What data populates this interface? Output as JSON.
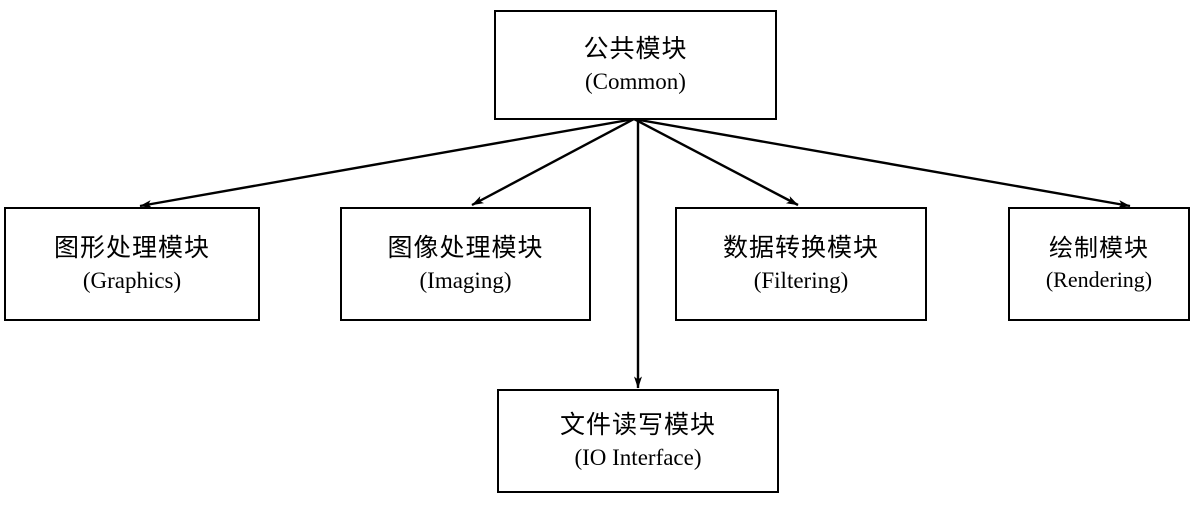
{
  "diagram": {
    "title": "Module architecture diagram",
    "background_color": "#ffffff",
    "line_color": "#000000",
    "nodes": {
      "common": {
        "cn": "公共模块",
        "en": "(Common)"
      },
      "graphics": {
        "cn": "图形处理模块",
        "en": "(Graphics)"
      },
      "imaging": {
        "cn": "图像处理模块",
        "en": "(Imaging)"
      },
      "filtering": {
        "cn": "数据转换模块",
        "en": "(Filtering)"
      },
      "rendering": {
        "cn": "绘制模块",
        "en": "(Rendering)"
      },
      "io": {
        "cn": "文件读写模块",
        "en": "(IO Interface)"
      }
    },
    "edges": [
      {
        "from": "common",
        "to": "graphics",
        "style": "arrow"
      },
      {
        "from": "common",
        "to": "imaging",
        "style": "arrow"
      },
      {
        "from": "common",
        "to": "filtering",
        "style": "arrow"
      },
      {
        "from": "common",
        "to": "rendering",
        "style": "arrow"
      },
      {
        "from": "common",
        "to": "io",
        "style": "arrow"
      }
    ]
  }
}
